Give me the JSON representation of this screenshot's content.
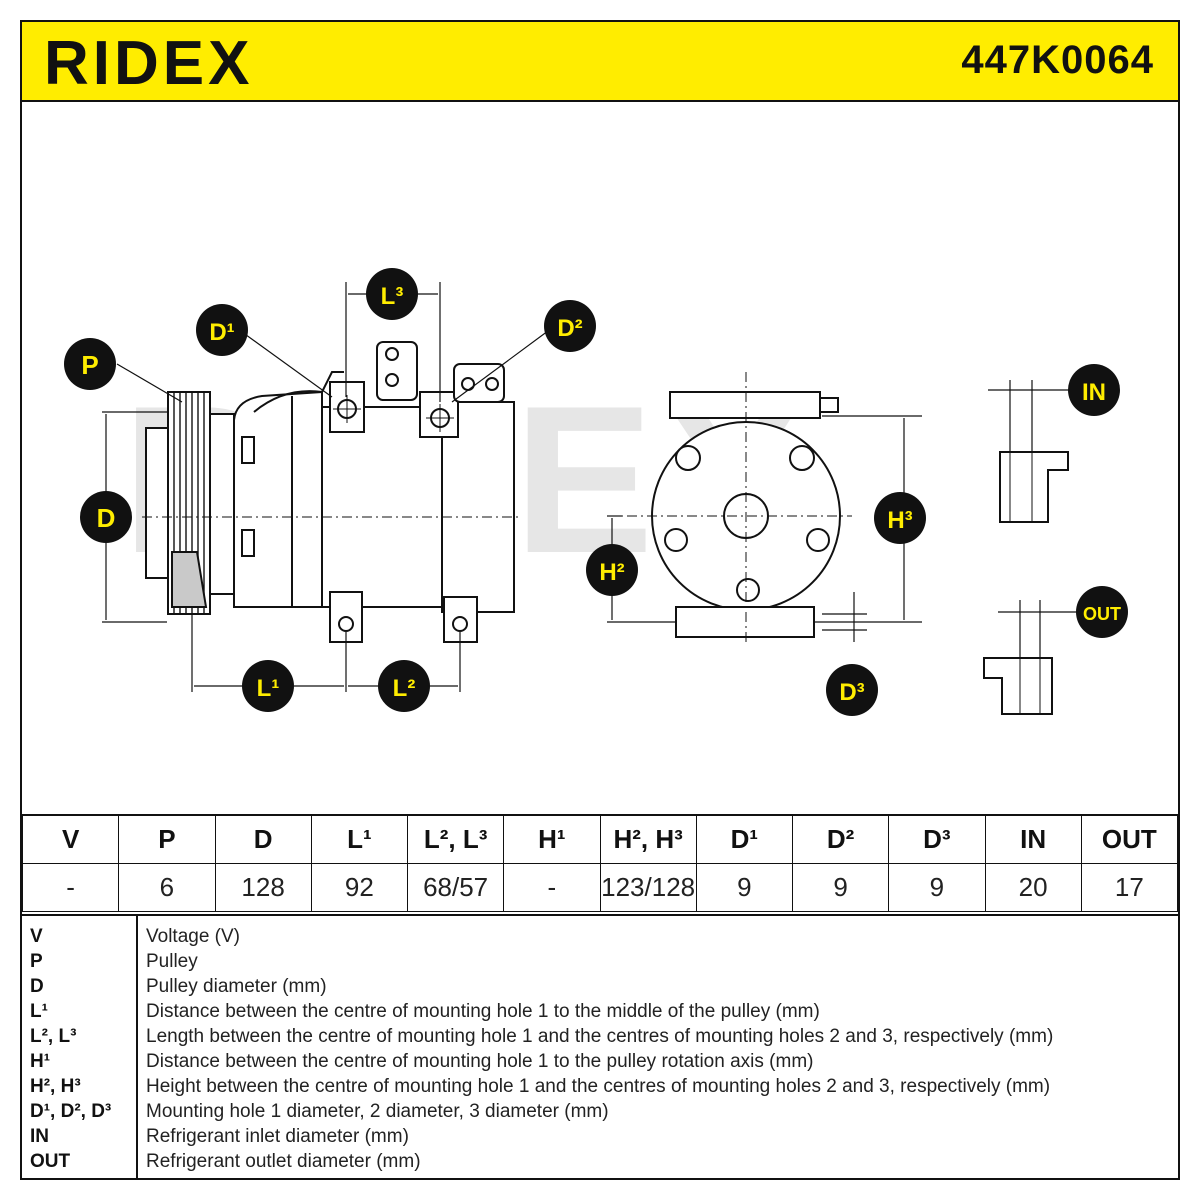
{
  "header": {
    "brand": "RIDEX",
    "part_number": "447K0064",
    "accent_color": "#ffed00"
  },
  "diagram": {
    "watermark": "RIDEX",
    "labels": {
      "P": "P",
      "D": "D",
      "D1": "D¹",
      "D2": "D²",
      "D3": "D³",
      "L1": "L¹",
      "L2": "L²",
      "L3": "L³",
      "H2": "H²",
      "H3": "H³",
      "IN": "IN",
      "OUT": "OUT"
    }
  },
  "table": {
    "headers": [
      "V",
      "P",
      "D",
      "L¹",
      "L², L³",
      "H¹",
      "H², H³",
      "D¹",
      "D²",
      "D³",
      "IN",
      "OUT"
    ],
    "values": [
      "-",
      "6",
      "128",
      "92",
      "68/57",
      "-",
      "123/128",
      "9",
      "9",
      "9",
      "20",
      "17"
    ]
  },
  "legend": [
    {
      "key": "V",
      "desc": "Voltage (V)"
    },
    {
      "key": "P",
      "desc": "Pulley"
    },
    {
      "key": "D",
      "desc": "Pulley diameter (mm)"
    },
    {
      "key": "L¹",
      "desc": "Distance between the centre of mounting hole 1 to the middle of the pulley (mm)"
    },
    {
      "key": "L², L³",
      "desc": "Length between the centre of mounting hole 1 and the centres of mounting holes 2 and 3, respectively (mm)"
    },
    {
      "key": "H¹",
      "desc": "Distance between the centre of mounting hole 1 to the pulley rotation axis (mm)"
    },
    {
      "key": "H², H³",
      "desc": "Height between the centre of mounting hole 1 and the centres of mounting holes 2 and 3, respectively (mm)"
    },
    {
      "key": "D¹, D², D³",
      "desc": "Mounting hole 1 diameter, 2 diameter, 3 diameter (mm)"
    },
    {
      "key": "IN",
      "desc": "Refrigerant inlet diameter (mm)"
    },
    {
      "key": "OUT",
      "desc": "Refrigerant outlet diameter (mm)"
    }
  ]
}
